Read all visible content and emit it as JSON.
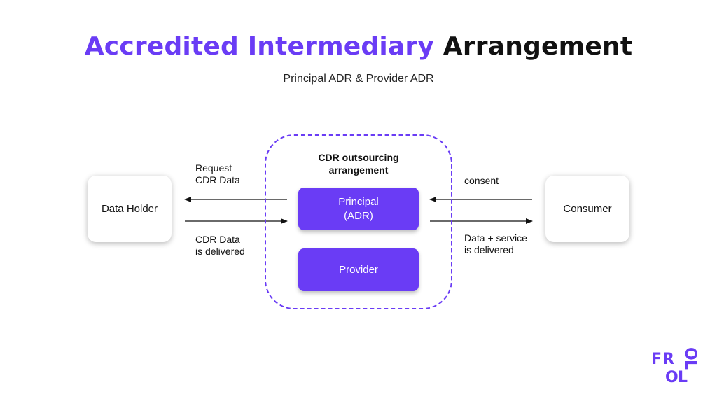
{
  "title": {
    "accent_text": "Accredited Intermediary",
    "dark_text": "Arrangement"
  },
  "subtitle": "Principal ADR & Provider ADR",
  "diagram": {
    "group_label_line1": "CDR outsourcing",
    "group_label_line2": "arrangement",
    "nodes": {
      "data_holder": "Data Holder",
      "consumer": "Consumer",
      "principal_line1": "Principal",
      "principal_line2": "(ADR)",
      "provider": "Provider"
    },
    "edges": {
      "request_line1": "Request",
      "request_line2": "CDR Data",
      "delivered_line1": "CDR Data",
      "delivered_line2": "is delivered",
      "consent": "consent",
      "service_line1": "Data + service",
      "service_line2": "is delivered"
    }
  },
  "logo": {
    "letters": [
      "F",
      "R",
      "O",
      "L",
      "O",
      "L"
    ]
  },
  "colors": {
    "accent": "#6a3cf5",
    "text_dark": "#111111",
    "box_white": "#ffffff"
  }
}
